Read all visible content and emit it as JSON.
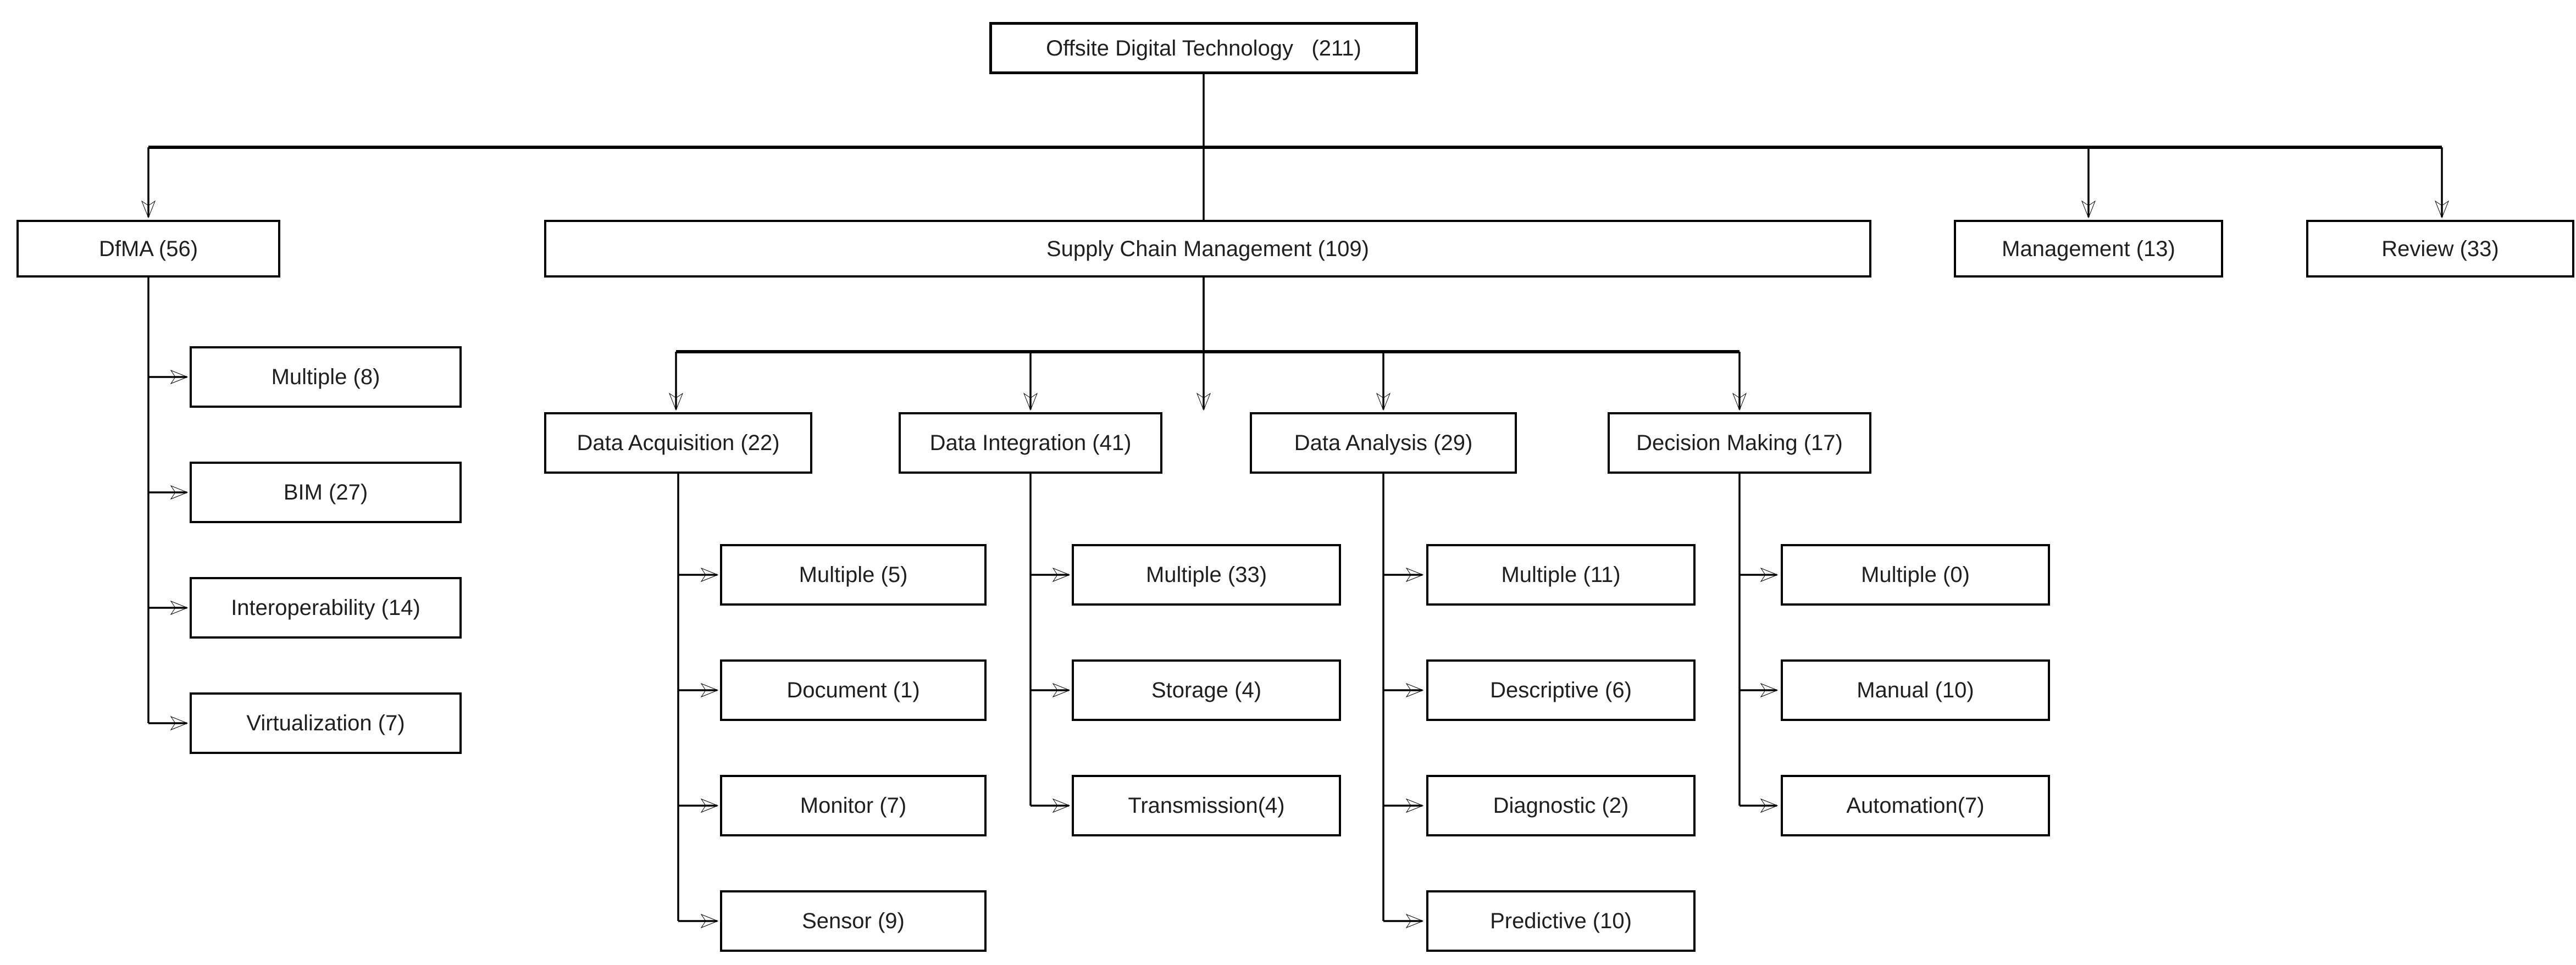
{
  "style": {
    "background": "#ffffff",
    "line_color": "#000000",
    "box_border_color": "#000000",
    "box_fill": "#ffffff",
    "text_color": "#1f1f1f"
  },
  "tree": {
    "label": "Offsite Digital Technology   (211)",
    "name": "Offsite Digital Technology",
    "count": 211,
    "children": [
      {
        "label": "DfMA (56)",
        "name": "DfMA",
        "count": 56,
        "children": [
          {
            "label": "Multiple (8)",
            "name": "Multiple",
            "count": 8
          },
          {
            "label": "BIM (27)",
            "name": "BIM",
            "count": 27
          },
          {
            "label": "Interoperability (14)",
            "name": "Interoperability",
            "count": 14
          },
          {
            "label": "Virtualization (7)",
            "name": "Virtualization",
            "count": 7
          }
        ]
      },
      {
        "label": "Supply Chain Management (109)",
        "name": "Supply Chain Management",
        "count": 109,
        "children": [
          {
            "label": "Data Acquisition (22)",
            "name": "Data Acquisition",
            "count": 22,
            "children": [
              {
                "label": "Multiple (5)",
                "name": "Multiple",
                "count": 5
              },
              {
                "label": "Document (1)",
                "name": "Document",
                "count": 1
              },
              {
                "label": "Monitor (7)",
                "name": "Monitor",
                "count": 7
              },
              {
                "label": "Sensor (9)",
                "name": "Sensor",
                "count": 9
              }
            ]
          },
          {
            "label": "Data Integration (41)",
            "name": "Data Integration",
            "count": 41,
            "children": [
              {
                "label": "Multiple (33)",
                "name": "Multiple",
                "count": 33
              },
              {
                "label": "Storage (4)",
                "name": "Storage",
                "count": 4
              },
              {
                "label": "Transmission(4)",
                "name": "Transmission",
                "count": 4
              }
            ]
          },
          {
            "label": "Data Analysis (29)",
            "name": "Data Analysis",
            "count": 29,
            "children": [
              {
                "label": "Multiple (11)",
                "name": "Multiple",
                "count": 11
              },
              {
                "label": "Descriptive (6)",
                "name": "Descriptive",
                "count": 6
              },
              {
                "label": "Diagnostic (2)",
                "name": "Diagnostic",
                "count": 2
              },
              {
                "label": "Predictive (10)",
                "name": "Predictive",
                "count": 10
              }
            ]
          },
          {
            "label": "Decision Making (17)",
            "name": "Decision Making",
            "count": 17,
            "children": [
              {
                "label": "Multiple (0)",
                "name": "Multiple",
                "count": 0
              },
              {
                "label": "Manual (10)",
                "name": "Manual",
                "count": 10
              },
              {
                "label": "Automation(7)",
                "name": "Automation",
                "count": 7
              }
            ]
          }
        ]
      },
      {
        "label": "Management (13)",
        "name": "Management",
        "count": 13
      },
      {
        "label": "Review (33)",
        "name": "Review",
        "count": 33
      }
    ]
  }
}
